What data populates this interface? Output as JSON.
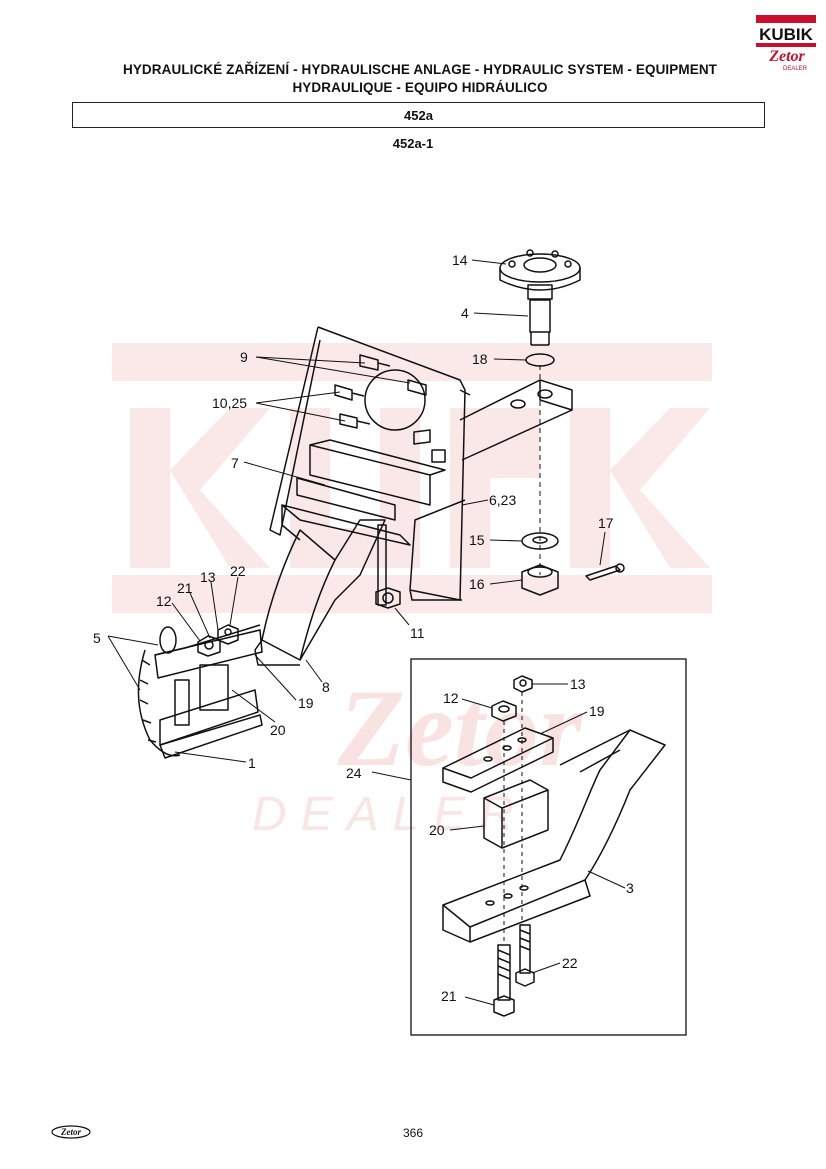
{
  "brand": {
    "logo_word": "KUBIK",
    "logo_sub": "Zetor",
    "logo_dealer": "DEALER",
    "footer_logo": "Zetor"
  },
  "header": {
    "title_line1": "HYDRAULICKÉ ZAŘÍZENÍ - HYDRAULISCHE ANLAGE - HYDRAULIC SYSTEM - EQUIPMENT",
    "title_line2": "HYDRAULIQUE - EQUIPO HIDRÁULICO",
    "group_code": "452a",
    "figure_code": "452a-1"
  },
  "callouts": {
    "c14": "14",
    "c4": "4",
    "c18": "18",
    "c9": "9",
    "c10_25": "10,25",
    "c7": "7",
    "c6_23": "6,23",
    "c15": "15",
    "c17": "17",
    "c16": "16",
    "c11": "11",
    "c5": "5",
    "c12": "12",
    "c21": "21",
    "c13": "13",
    "c22": "22",
    "c19": "19",
    "c8": "8",
    "c20": "20",
    "c1": "1",
    "d13": "13",
    "d12": "12",
    "d19": "19",
    "d24": "24",
    "d20": "20",
    "d3": "3",
    "d22": "22",
    "d21": "21"
  },
  "footer": {
    "page_number": "366"
  },
  "colors": {
    "watermark": "#f3c0c0",
    "logo_red": "#c8102e",
    "ink": "#111111"
  }
}
